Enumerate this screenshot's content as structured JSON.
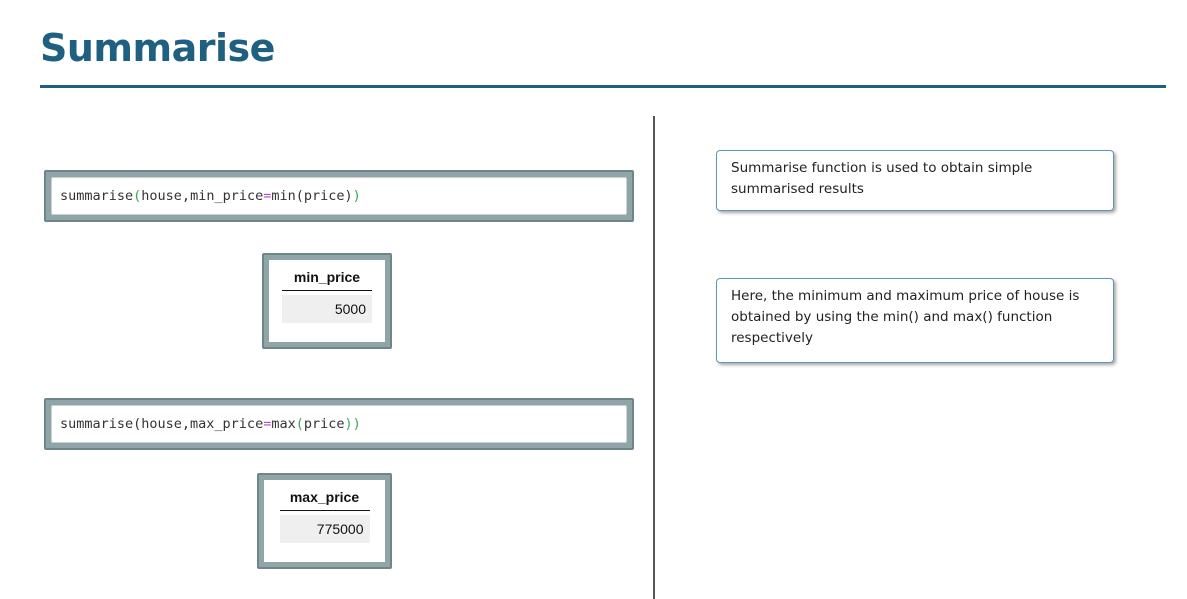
{
  "slide": {
    "title": "Summarise"
  },
  "code_cells": [
    {
      "prefix": "summarise",
      "open": "(",
      "args_before": "house,min_price",
      "operator": "=",
      "args_after": "min(price)",
      "close": ")"
    },
    {
      "prefix": "summarise(house,max_price",
      "operator": "=",
      "func": "max",
      "open": "(",
      "arg": "price",
      "close": "))"
    }
  ],
  "outputs": [
    {
      "header": "min_price",
      "value": "5000"
    },
    {
      "header": "max_price",
      "value": "775000"
    }
  ],
  "callouts": [
    {
      "text": "Summarise function is used to obtain simple summarised results"
    },
    {
      "text": "Here, the minimum  and maximum price of house is obtained by using the min() and max() function respectively"
    }
  ],
  "colors": {
    "title": "#1f5f80",
    "frame": "#8fa5a8",
    "callout_border": "#5d97b4",
    "code_green": "#35a855",
    "code_purple": "#b249c9"
  }
}
